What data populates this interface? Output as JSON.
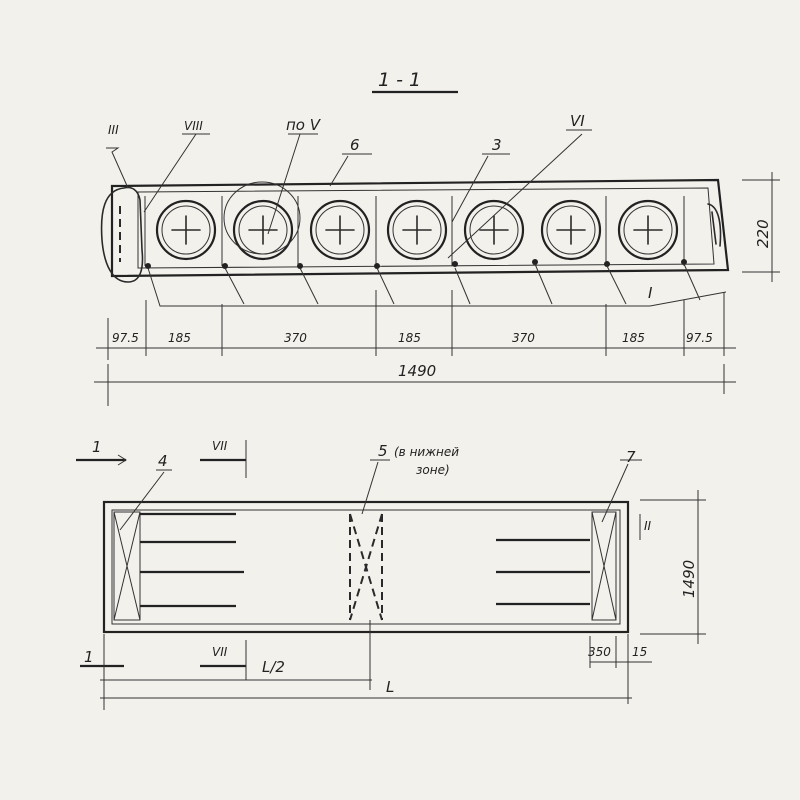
{
  "section": {
    "title": "1 - 1",
    "callouts": {
      "III": "III",
      "VIII": "VIII",
      "poV": "по V",
      "six": "6",
      "three": "3",
      "VI": "VI",
      "I": "I"
    },
    "dimensions": {
      "d1": "97.5",
      "d2": "185",
      "d3": "370",
      "d4": "185",
      "d5": "370",
      "d6": "185",
      "d7": "97.5",
      "total": "1490",
      "height": "220"
    },
    "void_count": 7
  },
  "plan": {
    "cut_mark_left": "1",
    "cut_mark_left_bottom": "1",
    "mark_VII_top": "VII",
    "mark_VII_bottom": "VII",
    "callout_4": "4",
    "callout_5": "5",
    "callout_5_note_line1": "(в нижней",
    "callout_5_note_line2": "зоне)",
    "callout_7": "7",
    "mark_II": "II",
    "dim_width": "1490",
    "dim_350": "350",
    "dim_15": "15",
    "dim_half_length": "L/2",
    "dim_length": "L"
  }
}
